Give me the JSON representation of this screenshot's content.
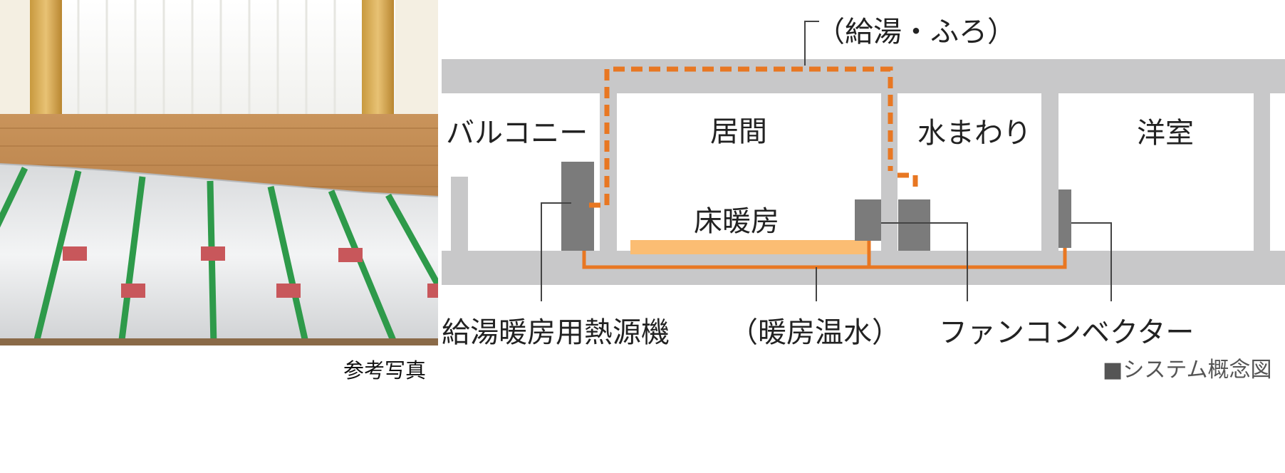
{
  "photo": {
    "caption": "参考写真"
  },
  "diagram": {
    "top_label": "（給湯・ふろ）",
    "rooms": {
      "balcony": "バルコニー",
      "living": "居間",
      "water_area": "水まわり",
      "western_room": "洋室"
    },
    "floor_heating": "床暖房",
    "bottom_labels": {
      "heat_source": "給湯暖房用熱源機",
      "hot_water": "（暖房温水）",
      "fan_convector": "ファンコンベクター"
    },
    "legend": "■システム概念図"
  },
  "colors": {
    "structure": "#c8c8c9",
    "pipe": "#e87722",
    "floor_panel": "#fbbd73",
    "equipment": "#7b7b7b",
    "leader": "#444444"
  }
}
